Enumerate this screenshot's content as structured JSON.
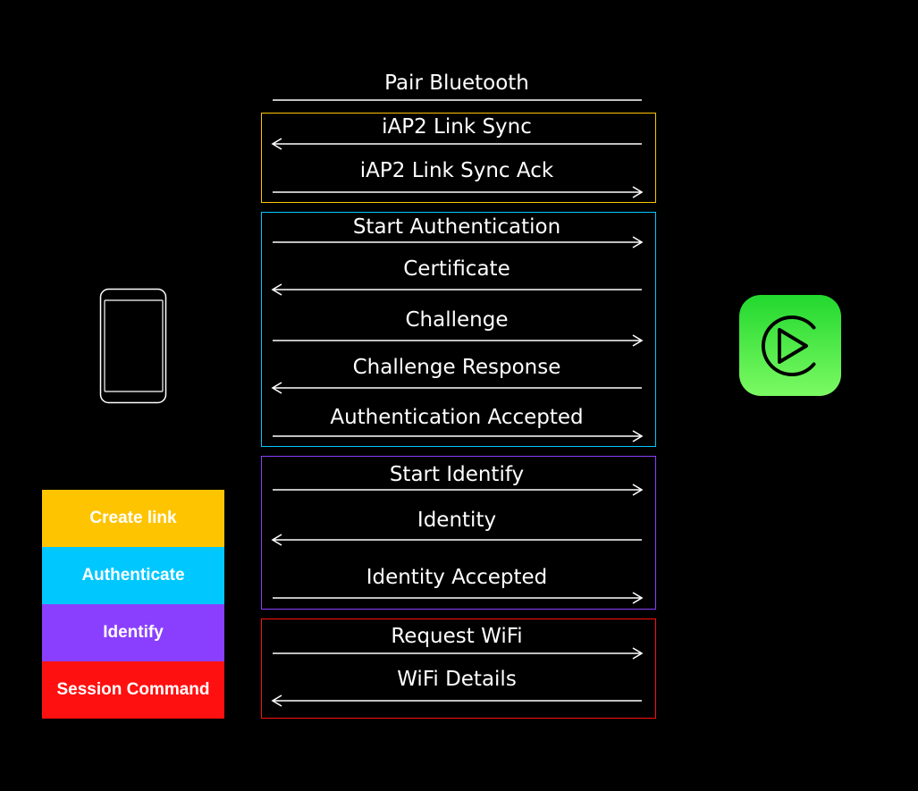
{
  "colors": {
    "create_link": "#FFC400",
    "authenticate": "#00C8FF",
    "identify": "#8A3FFF",
    "session_command": "#FF1010",
    "arrow": "#FFFFFF",
    "app_icon_top": "#22D82E",
    "app_icon_bottom": "#7CFA63"
  },
  "icons": {
    "left_device": "phone-icon",
    "right_device": "carplay-icon"
  },
  "messages": [
    {
      "label": "Pair Bluetooth",
      "direction": "none",
      "group": ""
    },
    {
      "label": "iAP2 Link Sync",
      "direction": "left",
      "group": "create_link"
    },
    {
      "label": "iAP2 Link Sync Ack",
      "direction": "right",
      "group": "create_link"
    },
    {
      "label": "Start Authentication",
      "direction": "right",
      "group": "authenticate"
    },
    {
      "label": "Certificate",
      "direction": "left",
      "group": "authenticate"
    },
    {
      "label": "Challenge",
      "direction": "right",
      "group": "authenticate"
    },
    {
      "label": "Challenge Response",
      "direction": "left",
      "group": "authenticate"
    },
    {
      "label": "Authentication Accepted",
      "direction": "right",
      "group": "authenticate"
    },
    {
      "label": "Start Identify",
      "direction": "right",
      "group": "identify"
    },
    {
      "label": "Identity",
      "direction": "left",
      "group": "identify"
    },
    {
      "label": "Identity Accepted",
      "direction": "right",
      "group": "identify"
    },
    {
      "label": "Request WiFi",
      "direction": "right",
      "group": "session_command"
    },
    {
      "label": "WiFi Details",
      "direction": "left",
      "group": "session_command"
    }
  ],
  "legend": [
    {
      "key": "create_link",
      "label": "Create link"
    },
    {
      "key": "authenticate",
      "label": "Authenticate"
    },
    {
      "key": "identify",
      "label": "Identify"
    },
    {
      "key": "session_command",
      "label": "Session Command"
    }
  ]
}
